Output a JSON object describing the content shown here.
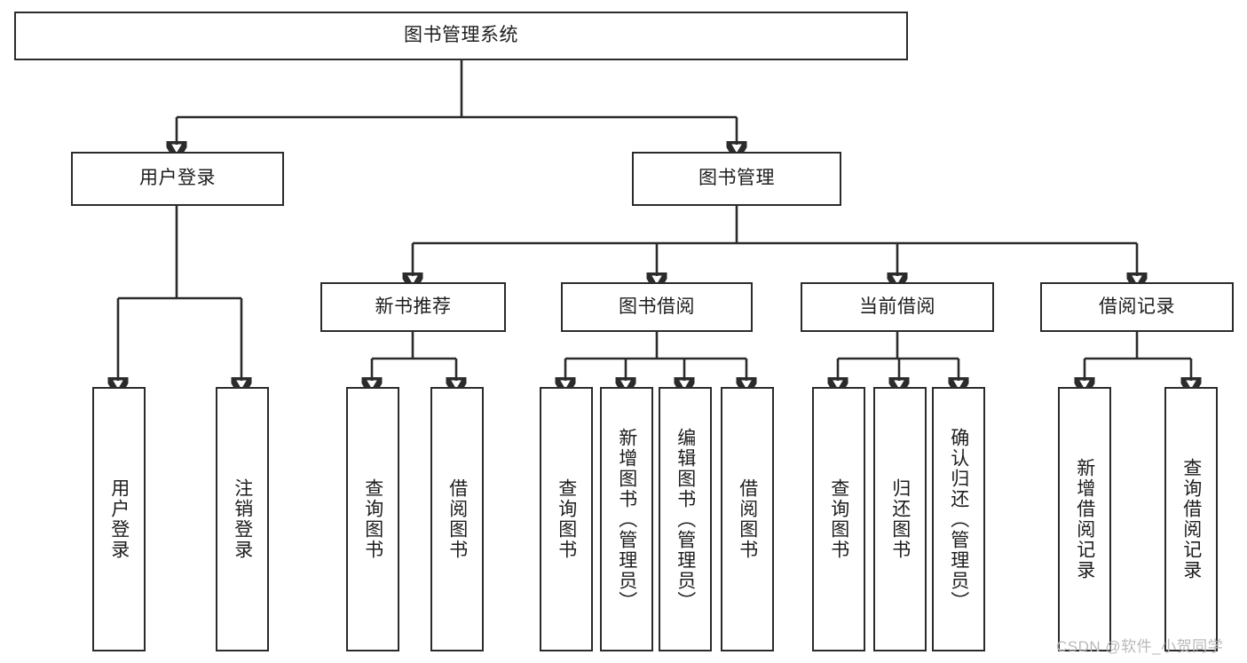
{
  "diagram": {
    "type": "tree-hierarchy",
    "title": "图书管理系统",
    "watermark": "CSDN @软件_小贺同学",
    "colors": {
      "stroke": "#2b2b2b",
      "background": "#ffffff",
      "text": "#1d1d1d",
      "watermark": "#b9b9b9"
    },
    "levels": {
      "root": {
        "label": "图书管理系统"
      },
      "level2": [
        {
          "label": "用户登录"
        },
        {
          "label": "图书管理"
        }
      ],
      "level3": [
        {
          "label": "新书推荐"
        },
        {
          "label": "图书借阅"
        },
        {
          "label": "当前借阅"
        },
        {
          "label": "借阅记录"
        }
      ],
      "level4": [
        {
          "label": "用户登录",
          "parent": "用户登录"
        },
        {
          "label": "注销登录",
          "parent": "用户登录"
        },
        {
          "label": "查询图书",
          "parent": "新书推荐"
        },
        {
          "label": "借阅图书",
          "parent": "新书推荐"
        },
        {
          "label": "查询图书",
          "parent": "图书借阅"
        },
        {
          "label": "新增图书（管理员）",
          "parent": "图书借阅"
        },
        {
          "label": "编辑图书（管理员）",
          "parent": "图书借阅"
        },
        {
          "label": "借阅图书",
          "parent": "图书借阅"
        },
        {
          "label": "查询图书",
          "parent": "当前借阅"
        },
        {
          "label": "归还图书",
          "parent": "当前借阅"
        },
        {
          "label": "确认归还（管理员）",
          "parent": "当前借阅"
        },
        {
          "label": "新增借阅记录",
          "parent": "借阅记录"
        },
        {
          "label": "查询借阅记录",
          "parent": "借阅记录"
        }
      ]
    }
  }
}
